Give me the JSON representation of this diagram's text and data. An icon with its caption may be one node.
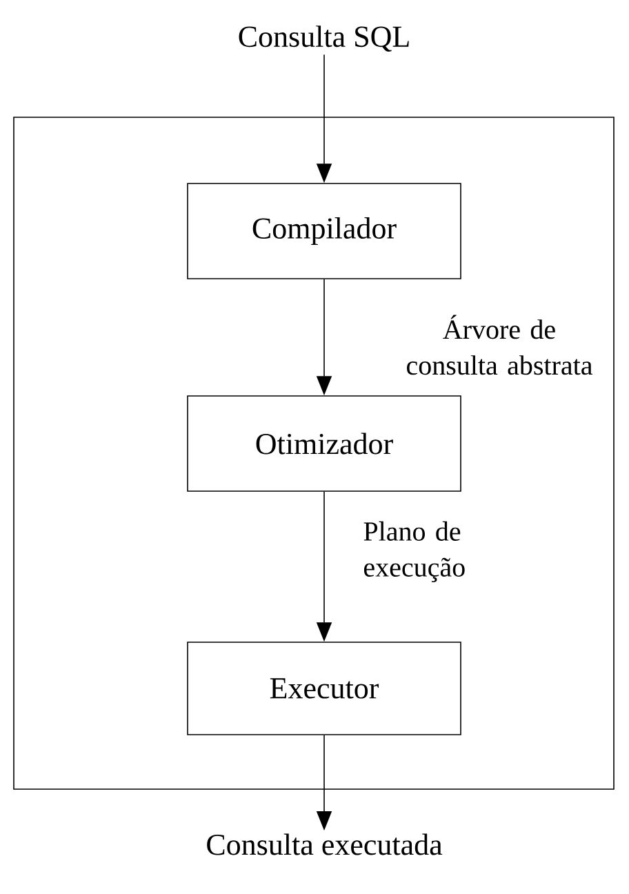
{
  "diagram": {
    "nodes": [
      {
        "text": [
          "Consulta SQL"
        ]
      },
      {
        "text": [],
        "shape": "box"
      },
      {
        "text": [
          "Compilador"
        ],
        "in": 1
      },
      {
        "text": [
          "Otimizador"
        ],
        "in": 1
      },
      {
        "text": [
          "Executor"
        ],
        "in": 1
      },
      {
        "text": [
          "Consulta executada"
        ]
      }
    ],
    "edges": [
      {
        "from": 0,
        "to": 2,
        "arrow": "to"
      },
      {
        "from": 2,
        "to": 3,
        "arrow": "to",
        "label": "Árvore de consulta abstrata"
      },
      {
        "from": 3,
        "to": 4,
        "arrow": "to",
        "label": "Plano de execução"
      },
      {
        "from": 4,
        "to": 5,
        "arrow": "to"
      }
    ]
  }
}
